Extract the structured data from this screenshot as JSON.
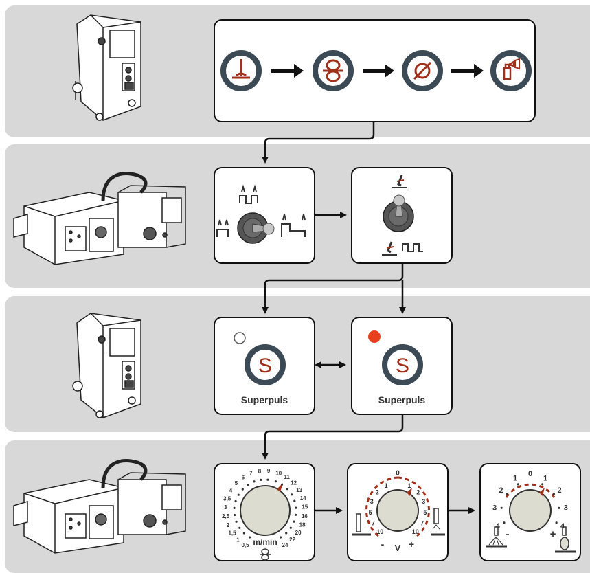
{
  "colors": {
    "band": "#d8d8d8",
    "accent_red": "#a0301a",
    "led_on": "#e8401c",
    "ring": "#3b4a55",
    "knob": "#dcdcd0"
  },
  "step3": {
    "left_label": "Superpuls",
    "right_label": "Superpuls",
    "icon_letter": "S",
    "left_led": "off",
    "right_led": "on"
  },
  "step4": {
    "wire_knob": {
      "scale_left": [
        "0,5",
        "1",
        "1,5",
        "2",
        "2,5",
        "3",
        "3,5",
        "4",
        "5",
        "6",
        "7",
        "8",
        "9"
      ],
      "scale_right": [
        "10",
        "11",
        "12",
        "13",
        "14",
        "15",
        "16",
        "18",
        "20",
        "22",
        "24"
      ],
      "unit": "m/min"
    },
    "voltage_knob": {
      "scale_left": [
        "10",
        "7",
        "5",
        "3",
        "2",
        "1"
      ],
      "scale_top": "0",
      "scale_right": [
        "1",
        "2",
        "3",
        "5",
        "7",
        "10"
      ],
      "minus": "-",
      "unit": "V",
      "plus": "+"
    },
    "dynamics_knob": {
      "scale_left": [
        "4",
        "3",
        "2",
        "1"
      ],
      "scale_top": "0",
      "scale_right": [
        "1",
        "2",
        "3",
        "4"
      ],
      "minus": "-",
      "plus": "+"
    }
  }
}
